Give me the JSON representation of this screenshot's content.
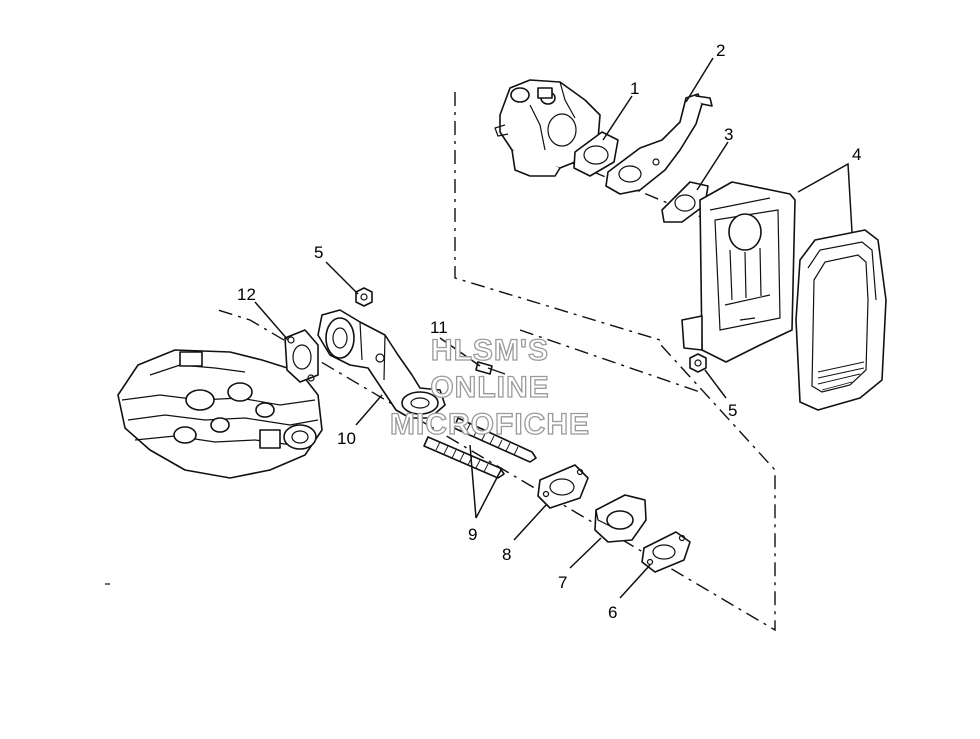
{
  "callouts": {
    "c1": "1",
    "c2": "2",
    "c3": "3",
    "c4": "4",
    "c5a": "5",
    "c5b": "5",
    "c6": "6",
    "c7": "7",
    "c8": "8",
    "c9": "9",
    "c10": "10",
    "c11": "11",
    "c12": "12"
  },
  "watermark": {
    "line1": "HLSM'S",
    "line2": "ONLINE",
    "line3": "MICROFICHE"
  },
  "colors": {
    "ink": "#111111",
    "background": "#ffffff",
    "watermark_stroke": "#9a9a9a"
  }
}
